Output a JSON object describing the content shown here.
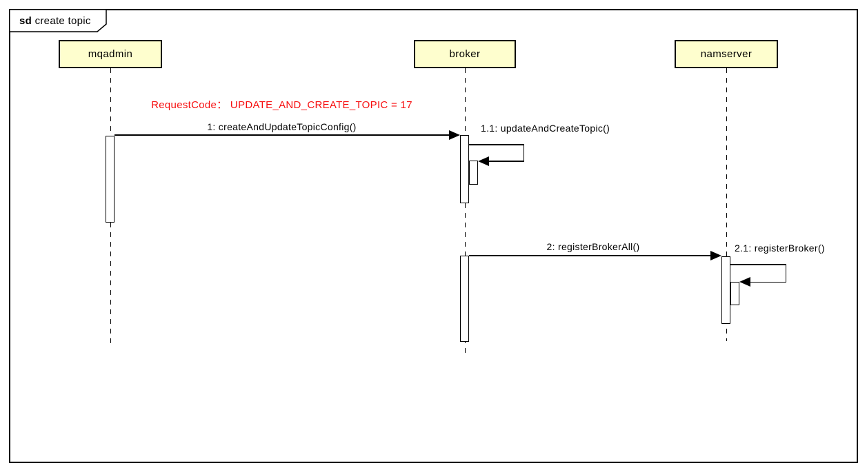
{
  "frame": {
    "keyword": "sd",
    "title": "create topic"
  },
  "colors": {
    "actor_fill": "#fefece",
    "line": "#000000",
    "annotation": "#f70d0e",
    "background": "#ffffff"
  },
  "actors": [
    {
      "name": "mqadmin"
    },
    {
      "name": "broker"
    },
    {
      "name": "namserver"
    }
  ],
  "annotation": {
    "text": "RequestCode： UPDATE_AND_CREATE_TOPIC = 17"
  },
  "messages": [
    {
      "id": "1",
      "label": "1: createAndUpdateTopicConfig()",
      "from": "mqadmin",
      "to": "broker",
      "kind": "call"
    },
    {
      "id": "1.1",
      "label": "1.1: updateAndCreateTopic()",
      "from": "broker",
      "to": "broker",
      "kind": "self"
    },
    {
      "id": "2",
      "label": "2: registerBrokerAll()",
      "from": "broker",
      "to": "namserver",
      "kind": "call"
    },
    {
      "id": "2.1",
      "label": "2.1: registerBroker()",
      "from": "namserver",
      "to": "namserver",
      "kind": "self"
    }
  ]
}
